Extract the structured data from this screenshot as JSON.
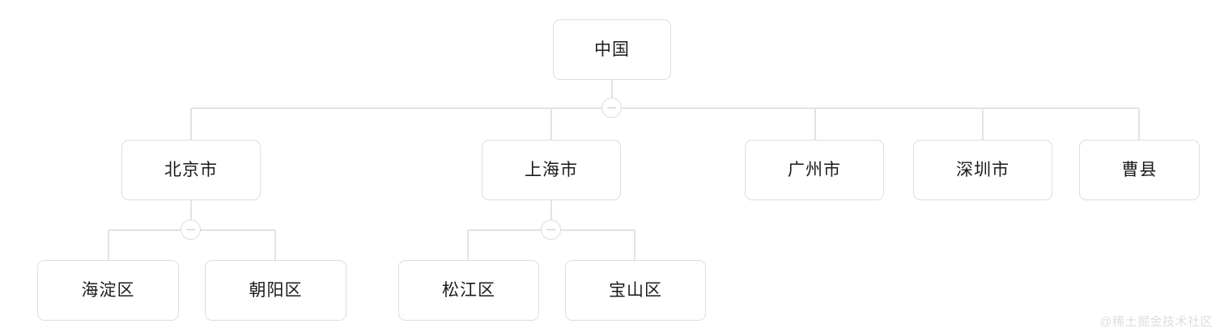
{
  "diagram": {
    "type": "organization-tree",
    "title_node": "中国",
    "background_color": "#ffffff",
    "node_border_color": "#dddddd",
    "edge_color": "#e3e3e3",
    "text_color": "#1b1b1b",
    "toggle_state": "expanded",
    "toggle_glyph": "minus"
  },
  "nodes": {
    "root": {
      "label": "中国"
    },
    "level2": [
      {
        "label": "北京市"
      },
      {
        "label": "上海市"
      },
      {
        "label": "广州市"
      },
      {
        "label": "深圳市"
      },
      {
        "label": "曹县"
      }
    ],
    "level3_beijing": [
      {
        "label": "海淀区"
      },
      {
        "label": "朝阳区"
      }
    ],
    "level3_shanghai": [
      {
        "label": "松江区"
      },
      {
        "label": "宝山区"
      }
    ]
  },
  "toggles": {
    "root": "—",
    "beijing": "—",
    "shanghai": "—"
  },
  "watermark": {
    "text": "@稀土掘金技术社区"
  }
}
